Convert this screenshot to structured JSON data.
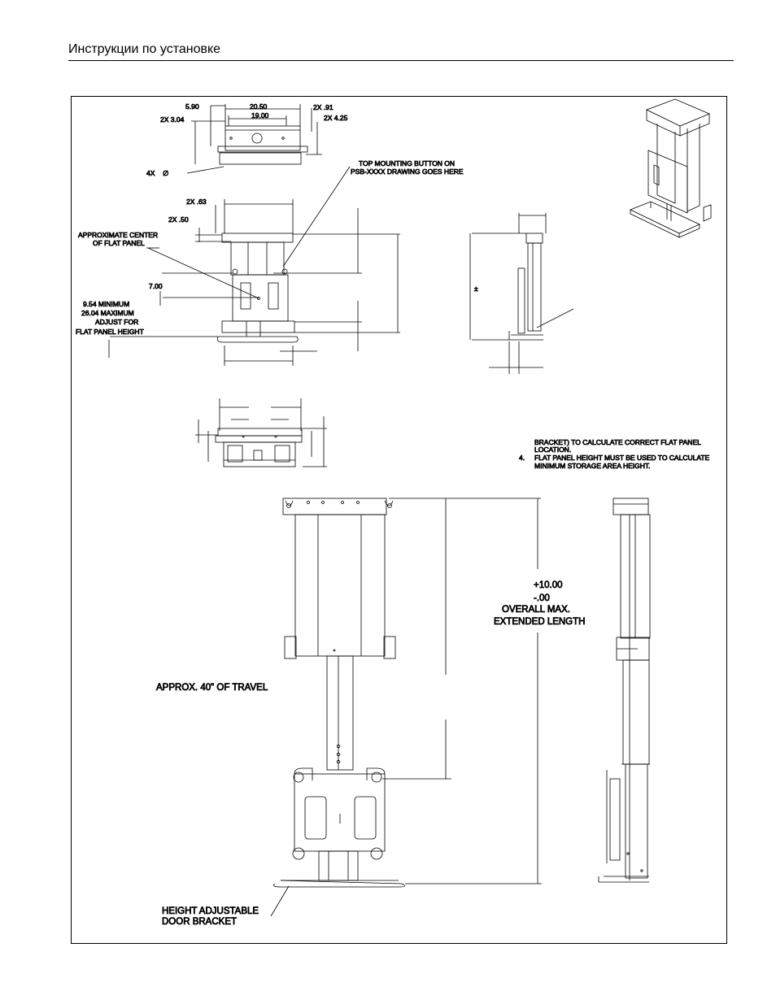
{
  "header": {
    "title": "Инструкции по установке"
  },
  "top_view": {
    "dims": [
      "5.90",
      "20.50",
      "19.00",
      "2X .91",
      "2X 3.04",
      "2X 4.25",
      "4X",
      "∅"
    ]
  },
  "front_view": {
    "mounting_note_line1": "TOP MOUNTING BUTTON ON",
    "mounting_note_line2": "PSB-XXXX DRAWING GOES HERE",
    "dims": [
      "2X .63",
      "2X .50",
      "7.00"
    ],
    "center_label_line1": "APPROXIMATE CENTER",
    "center_label_line2": "OF FLAT PANEL",
    "adjust_line1": "9.54 MINIMUM",
    "adjust_line2": "26.04 MAXIMUM",
    "adjust_line3": "ADJUST FOR",
    "adjust_line4": "FLAT PANEL HEIGHT"
  },
  "side_view": {
    "plusminus": "±"
  },
  "notes": {
    "line1": "BRACKET) TO CALCULATE CORRECT FLAT PANEL",
    "line2": "LOCATION.",
    "num4": "4.",
    "line3": "FLAT PANEL HEIGHT MUST BE USED TO CALCULATE",
    "line4": "MINIMUM STORAGE AREA HEIGHT."
  },
  "extended_view": {
    "tol_plus": "+10.00",
    "tol_minus": "-.00",
    "overall_line1": "OVERALL MAX.",
    "overall_line2": "EXTENDED LENGTH",
    "travel": "APPROX. 40\" OF TRAVEL",
    "door_line1": "HEIGHT ADJUSTABLE",
    "door_line2": "DOOR BRACKET"
  }
}
